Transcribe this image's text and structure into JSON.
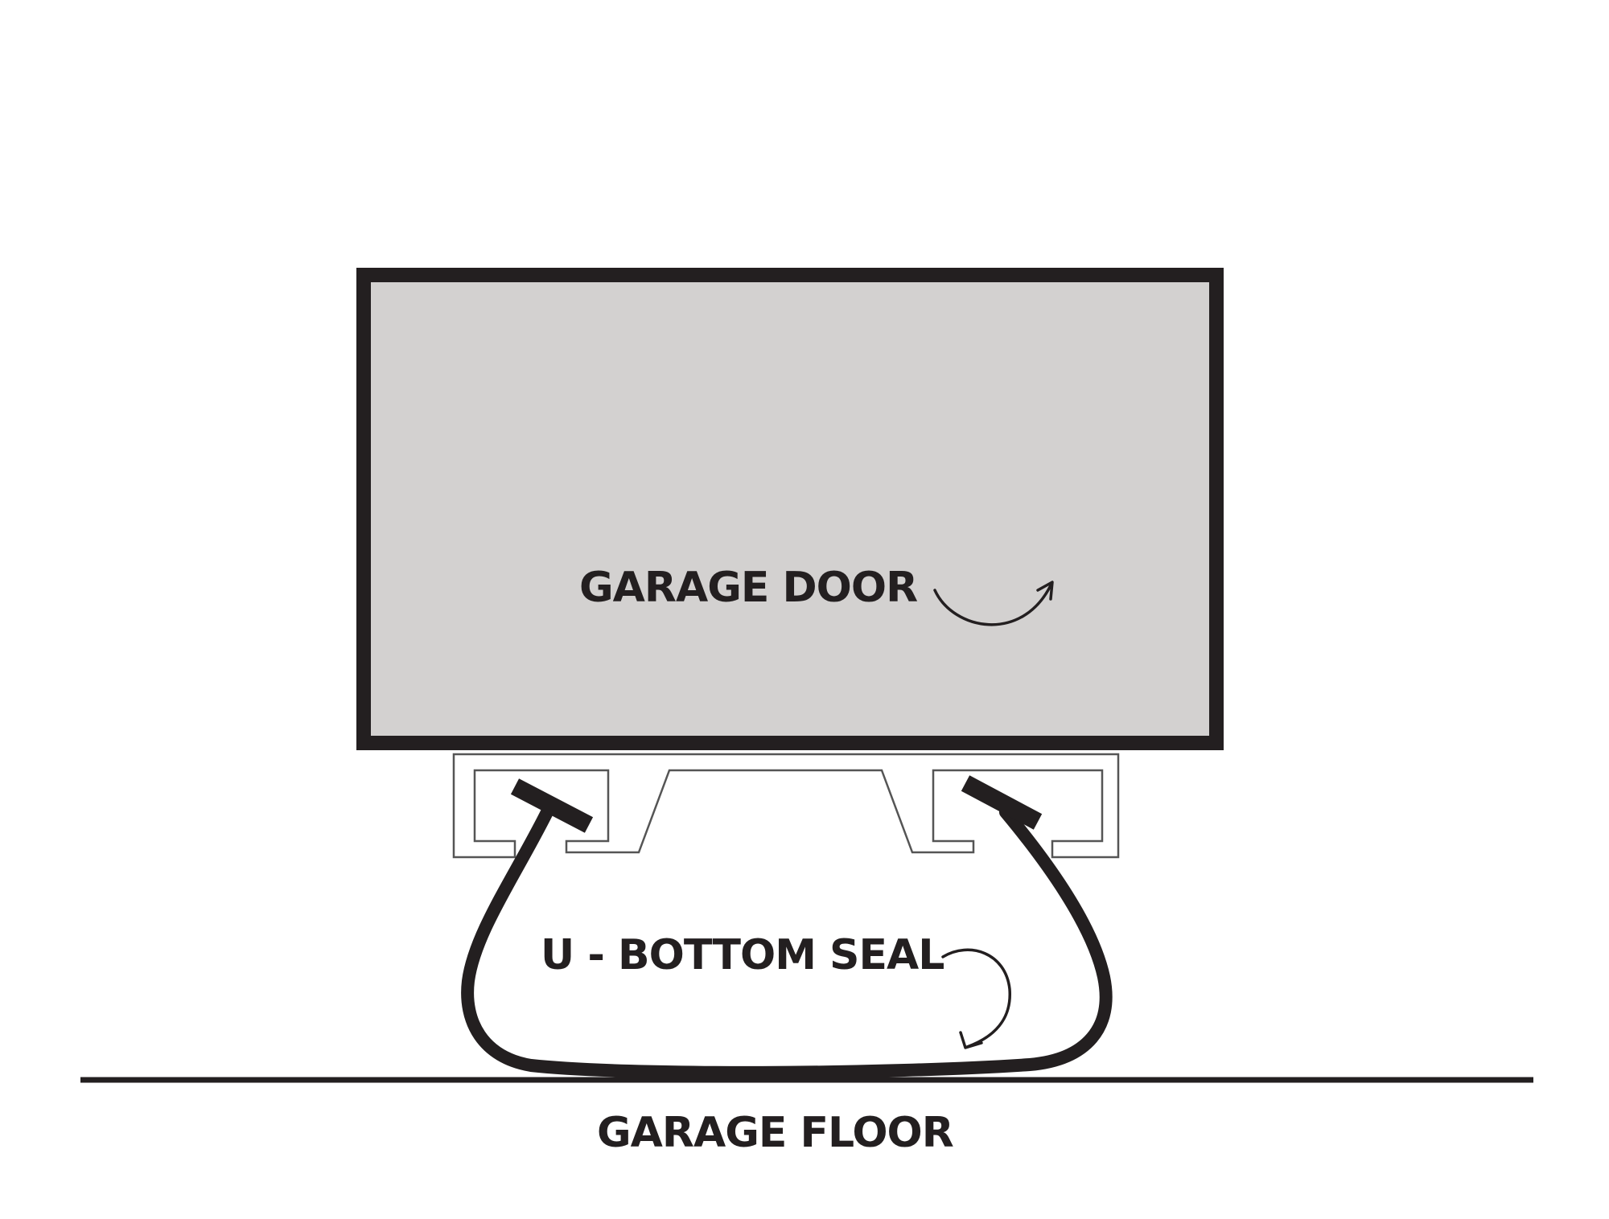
{
  "diagram": {
    "door_label": "GARAGE DOOR",
    "seal_label": "U - BOTTOM SEAL",
    "floor_label": "GARAGE FLOOR"
  },
  "colors": {
    "background": "#ffffff",
    "door_fill": "#d3d1d0",
    "outline": "#231f20",
    "retainer_fill": "#ffffff",
    "retainer_stroke": "#555555"
  }
}
